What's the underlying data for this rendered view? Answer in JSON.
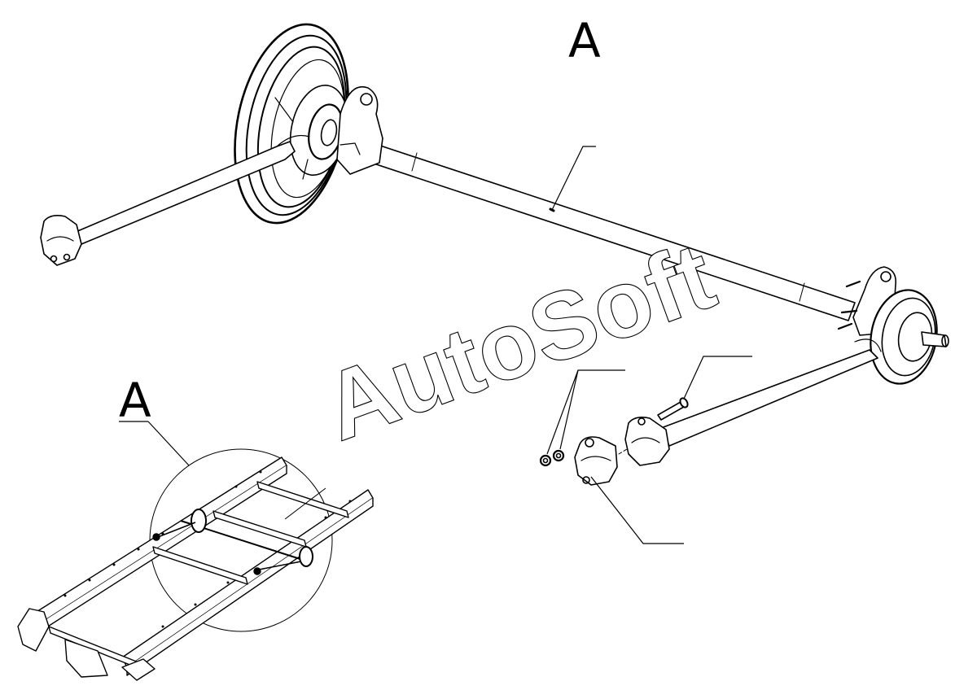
{
  "callouts": {
    "detail_label_top": "A",
    "detail_label_bottom": "A"
  },
  "watermark": {
    "text": "AutoSoft"
  },
  "colors": {
    "line": "#000000",
    "background": "#ffffff"
  }
}
